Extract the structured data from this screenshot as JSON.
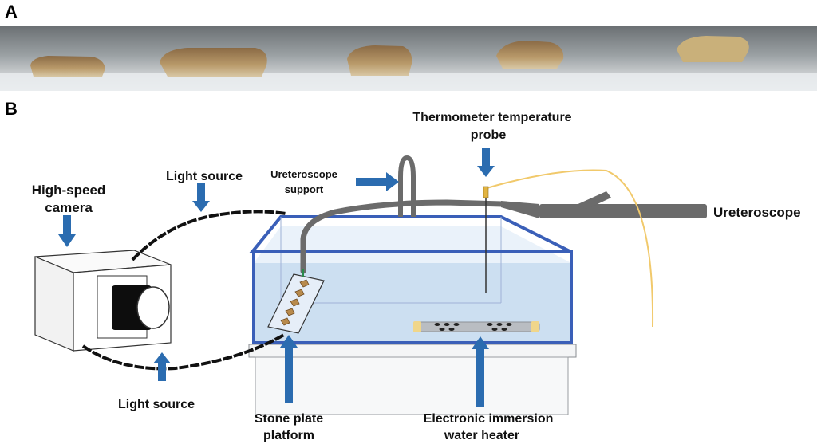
{
  "panels": {
    "a": "A",
    "b": "B"
  },
  "labels": {
    "thermometer_line1": "Thermometer temperature",
    "thermometer_line2": "probe",
    "light_source_top": "Light source",
    "light_source_bottom": "Light source",
    "ureteroscope_support_line1": "Ureteroscope",
    "ureteroscope_support_line2": "support",
    "high_speed_camera_line1": "High-speed",
    "high_speed_camera_line2": "camera",
    "ureteroscope": "Ureteroscope",
    "stone_plate_line1": "Stone plate",
    "stone_plate_line2": "platform",
    "heater_line1": "Electronic immersion",
    "heater_line2": "water heater"
  },
  "colors": {
    "arrow": "#2b6cb0",
    "tank_edge": "#3a5fb8",
    "water": "#c7dbf0",
    "scope": "#6b6b6b",
    "cable": "#111111",
    "probe_wire": "#f1c96b",
    "heater": "#b9bdc2",
    "stone": "#b88a4c"
  }
}
